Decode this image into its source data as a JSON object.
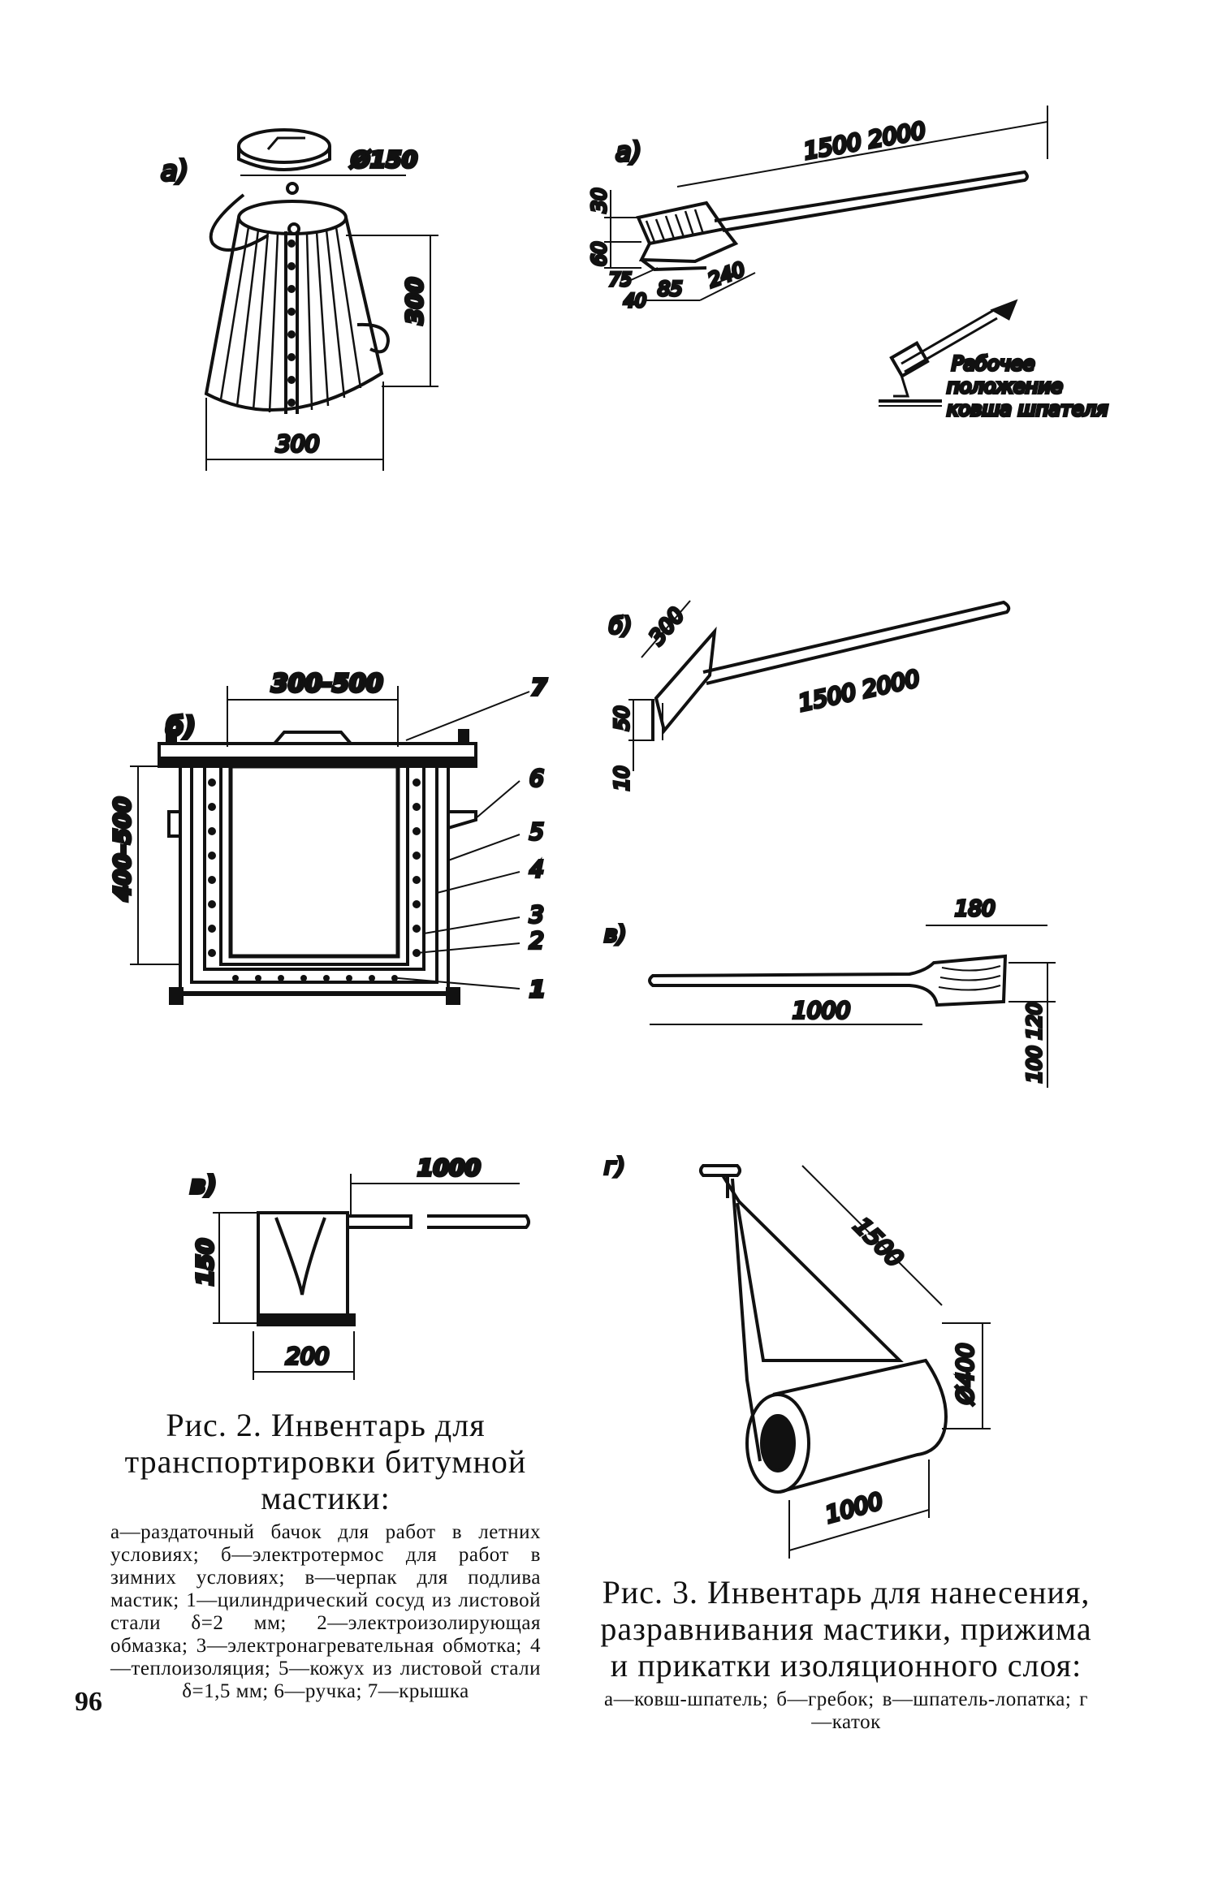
{
  "fig2": {
    "a": {
      "letter": "а)",
      "dim_diam": "Ø150",
      "dim_height": "300",
      "dim_width": "300"
    },
    "b": {
      "letter": "б)",
      "dim_width": "300-500",
      "dim_height": "400-500",
      "callouts": [
        "7",
        "6",
        "5",
        "4",
        "3",
        "2",
        "1"
      ]
    },
    "v": {
      "letter": "в)",
      "dim_length": "1000",
      "dim_height": "150",
      "dim_width": "200"
    },
    "caption_title": "Рис. 2. Инвентарь для транспортировки битумной мастики:",
    "caption_legend": "а—раздаточный бачок для работ в летних условиях; б—электротермос для работ в зимних условиях; в—черпак для подлива мастик; 1—цилиндрический сосуд из листовой стали δ=2 мм; 2—электроизолирующая обмазка; 3—электронагревательная обмотка; 4—теплоизоляция; 5—кожух из листовой стали δ=1,5 мм; 6—ручка; 7—крышка"
  },
  "fig3": {
    "a": {
      "letter": "а)",
      "dim_length": "1500 2000",
      "dim_30": "30",
      "dim_60": "60",
      "dim_75": "75",
      "dim_40": "40",
      "dim_85": "85",
      "dim_240": "240",
      "work_note_1": "Рабочее",
      "work_note_2": "положение",
      "work_note_3": "ковша шпателя"
    },
    "b": {
      "letter": "б)",
      "dim_300": "300",
      "dim_length": "1500 2000",
      "dim_50": "50",
      "dim_10": "10"
    },
    "v": {
      "letter": "в)",
      "dim_180": "180",
      "dim_length": "1000",
      "dim_width": "100 120"
    },
    "g": {
      "letter": "г)",
      "dim_handle": "1500",
      "dim_diam": "Ø400",
      "dim_width": "1000"
    },
    "caption_title": "Рис. 3. Инвентарь для нанесения, разравнивания мастики, прижима и прикатки изоляционного слоя:",
    "caption_legend": "а—ковш-шпатель; б—гребок; в—шпатель-лопатка; г—каток"
  },
  "page_number": "96"
}
